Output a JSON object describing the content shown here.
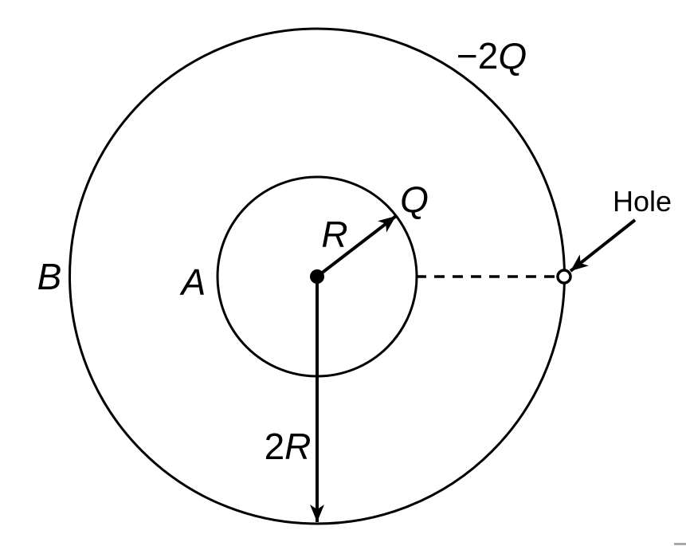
{
  "diagram": {
    "labels": {
      "outer_charge": {
        "prefix": "−2",
        "symbol": "Q"
      },
      "shell_b": "B",
      "shell_a": "A",
      "inner_radius_symbol": "R",
      "inner_charge_symbol": "Q",
      "outer_radius": {
        "prefix": "2",
        "symbol": "R"
      },
      "hole": "Hole"
    },
    "colors": {
      "line": "#000000",
      "background": "#ffffff",
      "hole_fill": "#ffffff",
      "artifact": "#a9a9a9"
    }
  }
}
